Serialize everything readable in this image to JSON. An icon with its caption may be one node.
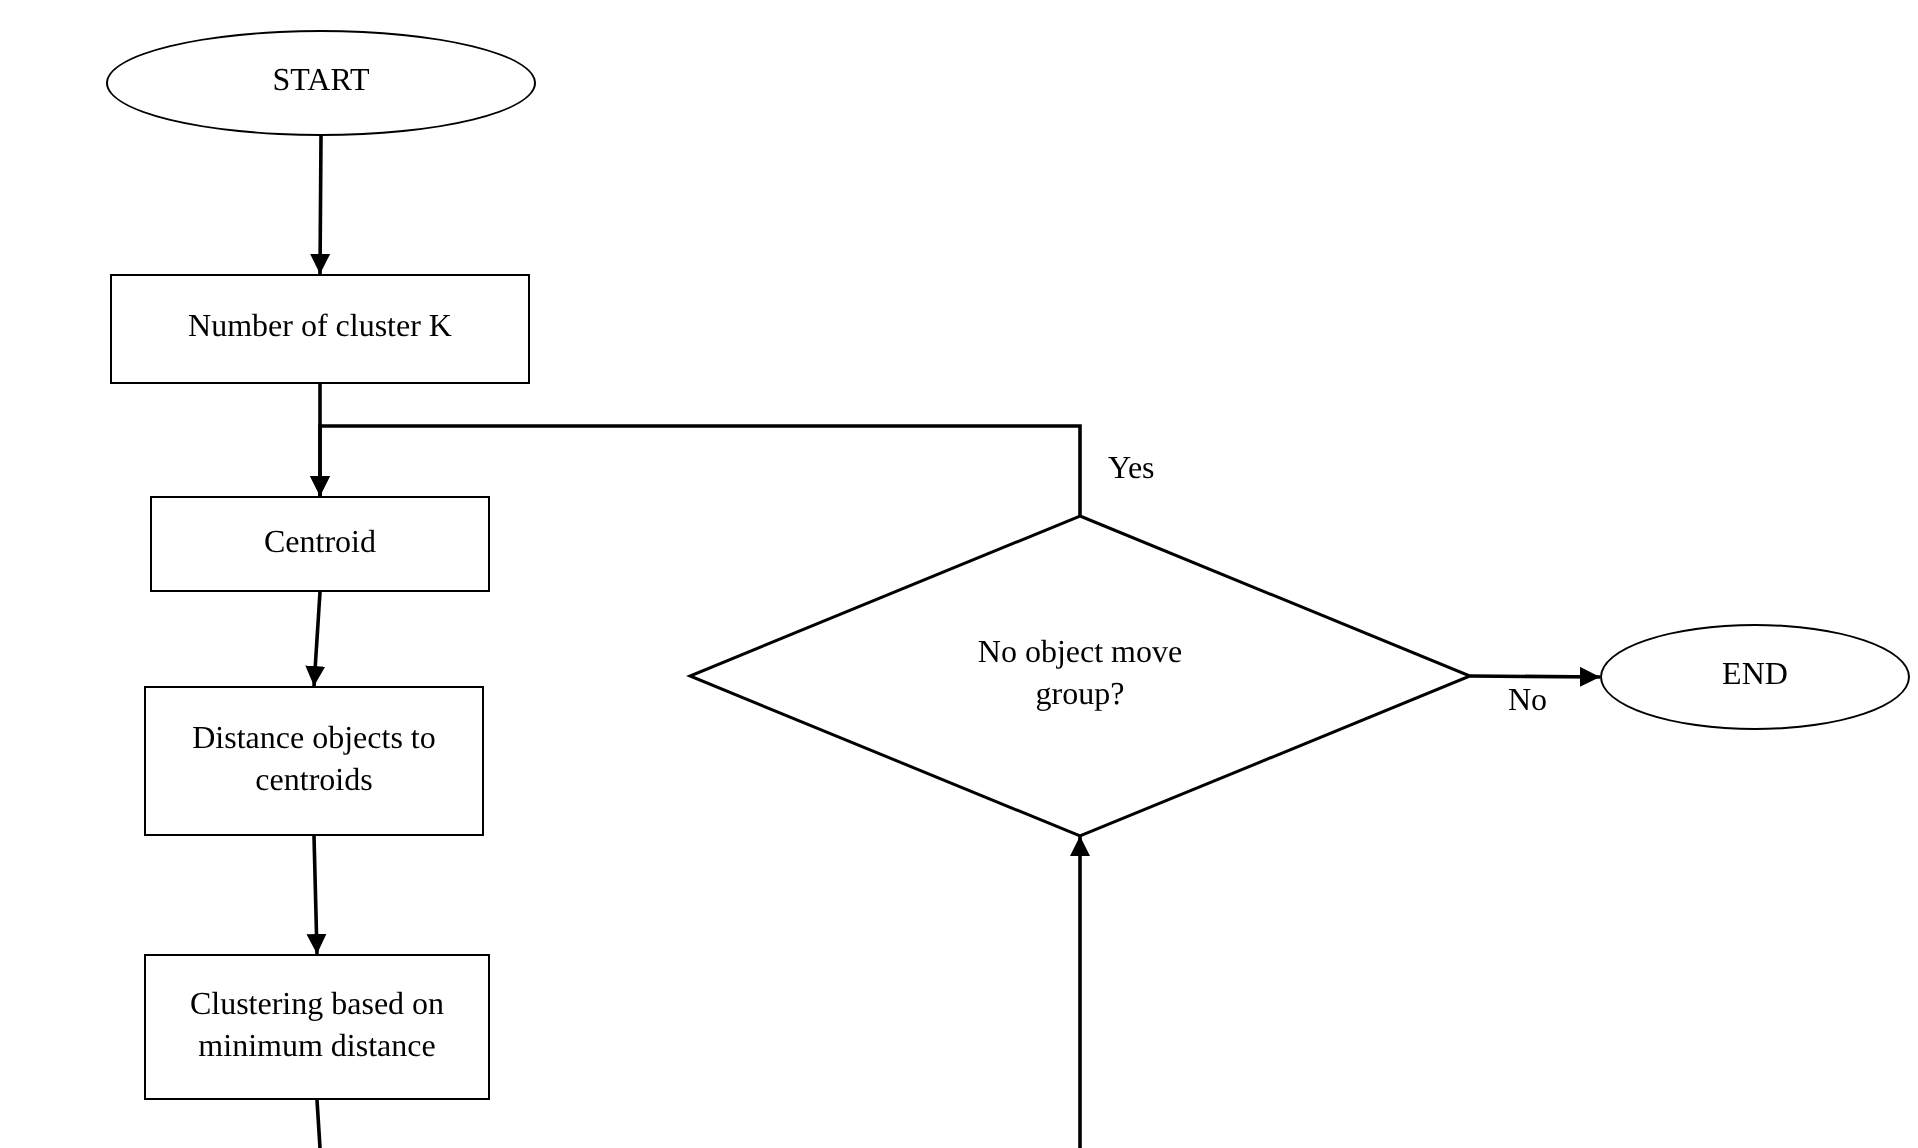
{
  "diagram": {
    "nodes": [
      {
        "text": [
          "START"
        ]
      },
      {
        "text": [
          "Number of cluster K"
        ]
      },
      {
        "text": [
          "Centroid"
        ]
      },
      {
        "text": [
          "Distance objects to centroids"
        ]
      },
      {
        "text": [
          "Clustering based on minimum distance"
        ]
      },
      {
        "text": [
          "No object move group?"
        ]
      },
      {
        "text": [
          "END"
        ]
      }
    ],
    "edges": [
      {
        "from": 0,
        "to": 1,
        "arrow": "to"
      },
      {
        "from": 1,
        "to": 2,
        "arrow": "to"
      },
      {
        "from": 5,
        "to": 2,
        "arrow": "to",
        "label": "Yes"
      },
      {
        "from": 2,
        "to": 3,
        "arrow": "to"
      },
      {
        "from": 3,
        "to": 4,
        "arrow": "to"
      },
      {
        "from": 4,
        "to": null,
        "arrow": "none"
      },
      {
        "from": null,
        "to": 5,
        "arrow": "to"
      },
      {
        "from": 5,
        "to": 6,
        "arrow": "to",
        "label": "No"
      }
    ]
  }
}
